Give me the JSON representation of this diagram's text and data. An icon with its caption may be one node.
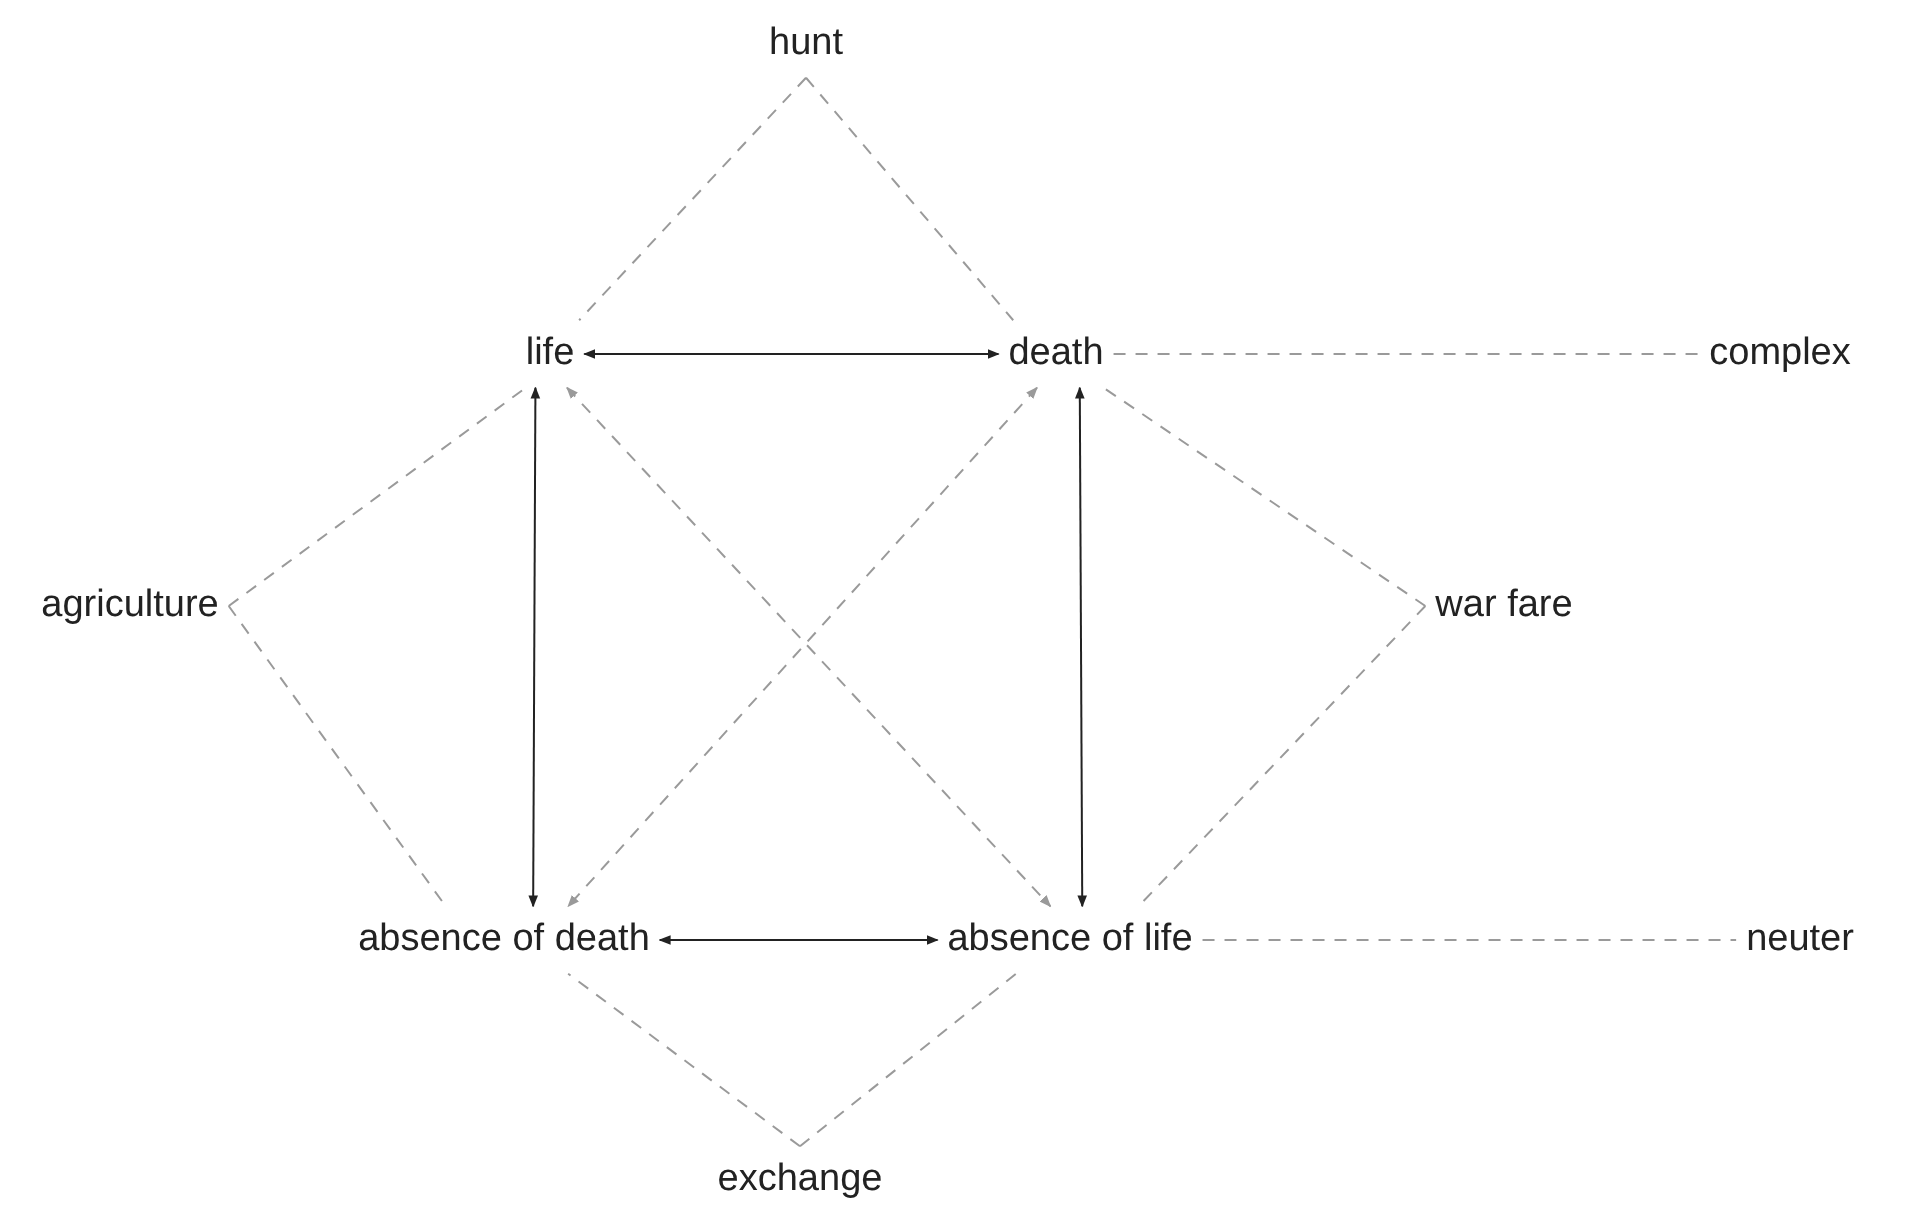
{
  "diagram": {
    "nodes": [
      {
        "text": [
          "hunt"
        ]
      },
      {
        "text": [
          "life"
        ]
      },
      {
        "text": [
          "death"
        ]
      },
      {
        "text": [
          "complex"
        ]
      },
      {
        "text": [
          "agriculture"
        ]
      },
      {
        "text": [
          "war fare"
        ]
      },
      {
        "text": [
          "absence of death"
        ]
      },
      {
        "text": [
          "absence of life"
        ]
      },
      {
        "text": [
          "neuter"
        ]
      },
      {
        "text": [
          "exchange"
        ]
      }
    ],
    "edges": [
      {
        "from": 1,
        "to": 2,
        "arrow": "both",
        "color": "#222222"
      },
      {
        "from": 6,
        "to": 7,
        "arrow": "both",
        "color": "#222222"
      },
      {
        "from": 1,
        "to": 6,
        "arrow": "both",
        "color": "#222222"
      },
      {
        "from": 2,
        "to": 7,
        "arrow": "both",
        "color": "#222222"
      },
      {
        "from": 1,
        "to": 7,
        "arrow": "both",
        "style": "dashed"
      },
      {
        "from": 2,
        "to": 6,
        "arrow": "both",
        "style": "dashed"
      },
      {
        "from": 0,
        "to": 1,
        "arrow": "none",
        "style": "dashed"
      },
      {
        "from": 0,
        "to": 2,
        "arrow": "none",
        "style": "dashed"
      },
      {
        "from": 4,
        "to": 1,
        "arrow": "none",
        "style": "dashed"
      },
      {
        "from": 4,
        "to": 6,
        "arrow": "none",
        "style": "dashed"
      },
      {
        "from": 5,
        "to": 2,
        "arrow": "none",
        "style": "dashed"
      },
      {
        "from": 5,
        "to": 7,
        "arrow": "none",
        "style": "dashed"
      },
      {
        "from": 9,
        "to": 6,
        "arrow": "none",
        "style": "dashed"
      },
      {
        "from": 9,
        "to": 7,
        "arrow": "none",
        "style": "dashed"
      },
      {
        "from": 2,
        "to": 3,
        "arrow": "none",
        "style": "dashed"
      },
      {
        "from": 7,
        "to": 8,
        "arrow": "none",
        "style": "dashed"
      }
    ]
  }
}
